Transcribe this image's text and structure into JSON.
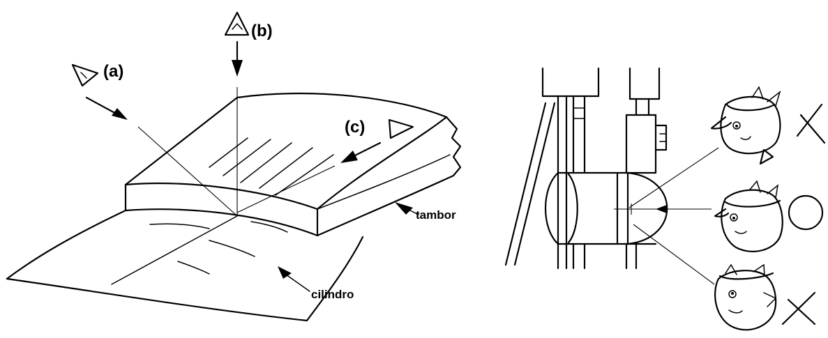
{
  "left_figure": {
    "views": [
      {
        "id": "a",
        "label": "(a)"
      },
      {
        "id": "b",
        "label": "(b)"
      },
      {
        "id": "c",
        "label": "(c)"
      }
    ],
    "labels": {
      "tambor": "tambor",
      "cilindro": "cilindro"
    }
  },
  "right_figure": {
    "observers": [
      {
        "position": "top",
        "mark": "cross"
      },
      {
        "position": "middle",
        "mark": "circle"
      },
      {
        "position": "bottom",
        "mark": "cross"
      }
    ]
  }
}
